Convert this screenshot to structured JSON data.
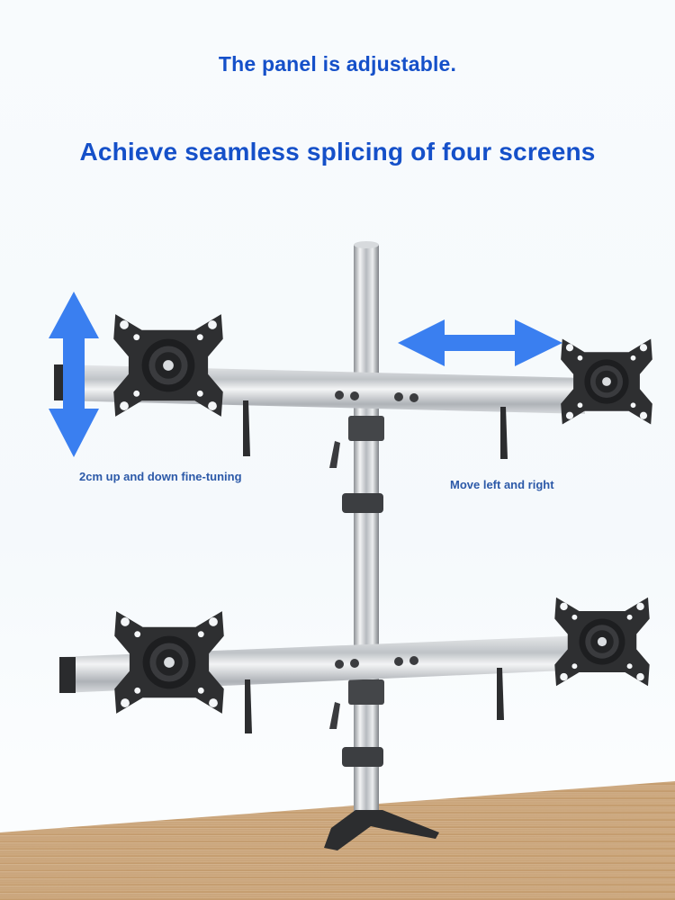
{
  "headline": {
    "line1": "The panel is adjustable.",
    "line2": "Achieve seamless splicing of four screens"
  },
  "captions": {
    "vertical": "2cm up and down fine-tuning",
    "horizontal": "Move left and right"
  },
  "colors": {
    "headline": "#1550c9",
    "caption": "#2c59a8",
    "arrow": "#3a7ff0",
    "plate": "#2e2f31",
    "rail": "#c9ccd0",
    "desk": "#c9a47e",
    "background": "#f7fbfd"
  },
  "product": {
    "mounts": [
      "top-left",
      "top-right",
      "bottom-left",
      "bottom-right"
    ],
    "arrows": [
      "vertical-adjust-arrow",
      "horizontal-adjust-arrow"
    ]
  }
}
